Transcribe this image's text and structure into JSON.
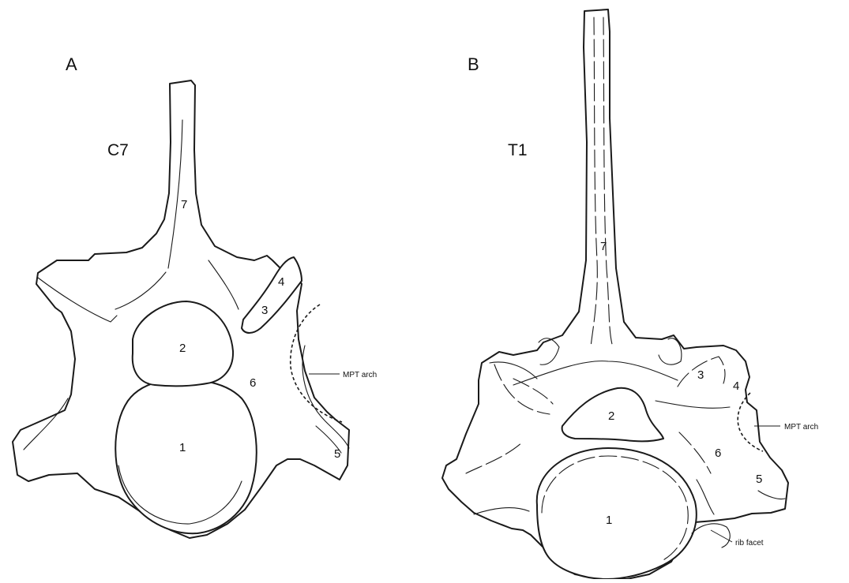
{
  "panels": [
    {
      "letter": "A",
      "vertebra": "C7",
      "numbers": [
        "1",
        "2",
        "3",
        "4",
        "5",
        "6",
        "7"
      ],
      "callout": "MPT arch"
    },
    {
      "letter": "B",
      "vertebra": "T1",
      "numbers": [
        "1",
        "2",
        "3",
        "4",
        "5",
        "6",
        "7"
      ],
      "callout": "MPT arch",
      "extra_callout": "rib facet"
    }
  ],
  "colors": {
    "line": "#1a1a1a",
    "background": "#ffffff"
  }
}
